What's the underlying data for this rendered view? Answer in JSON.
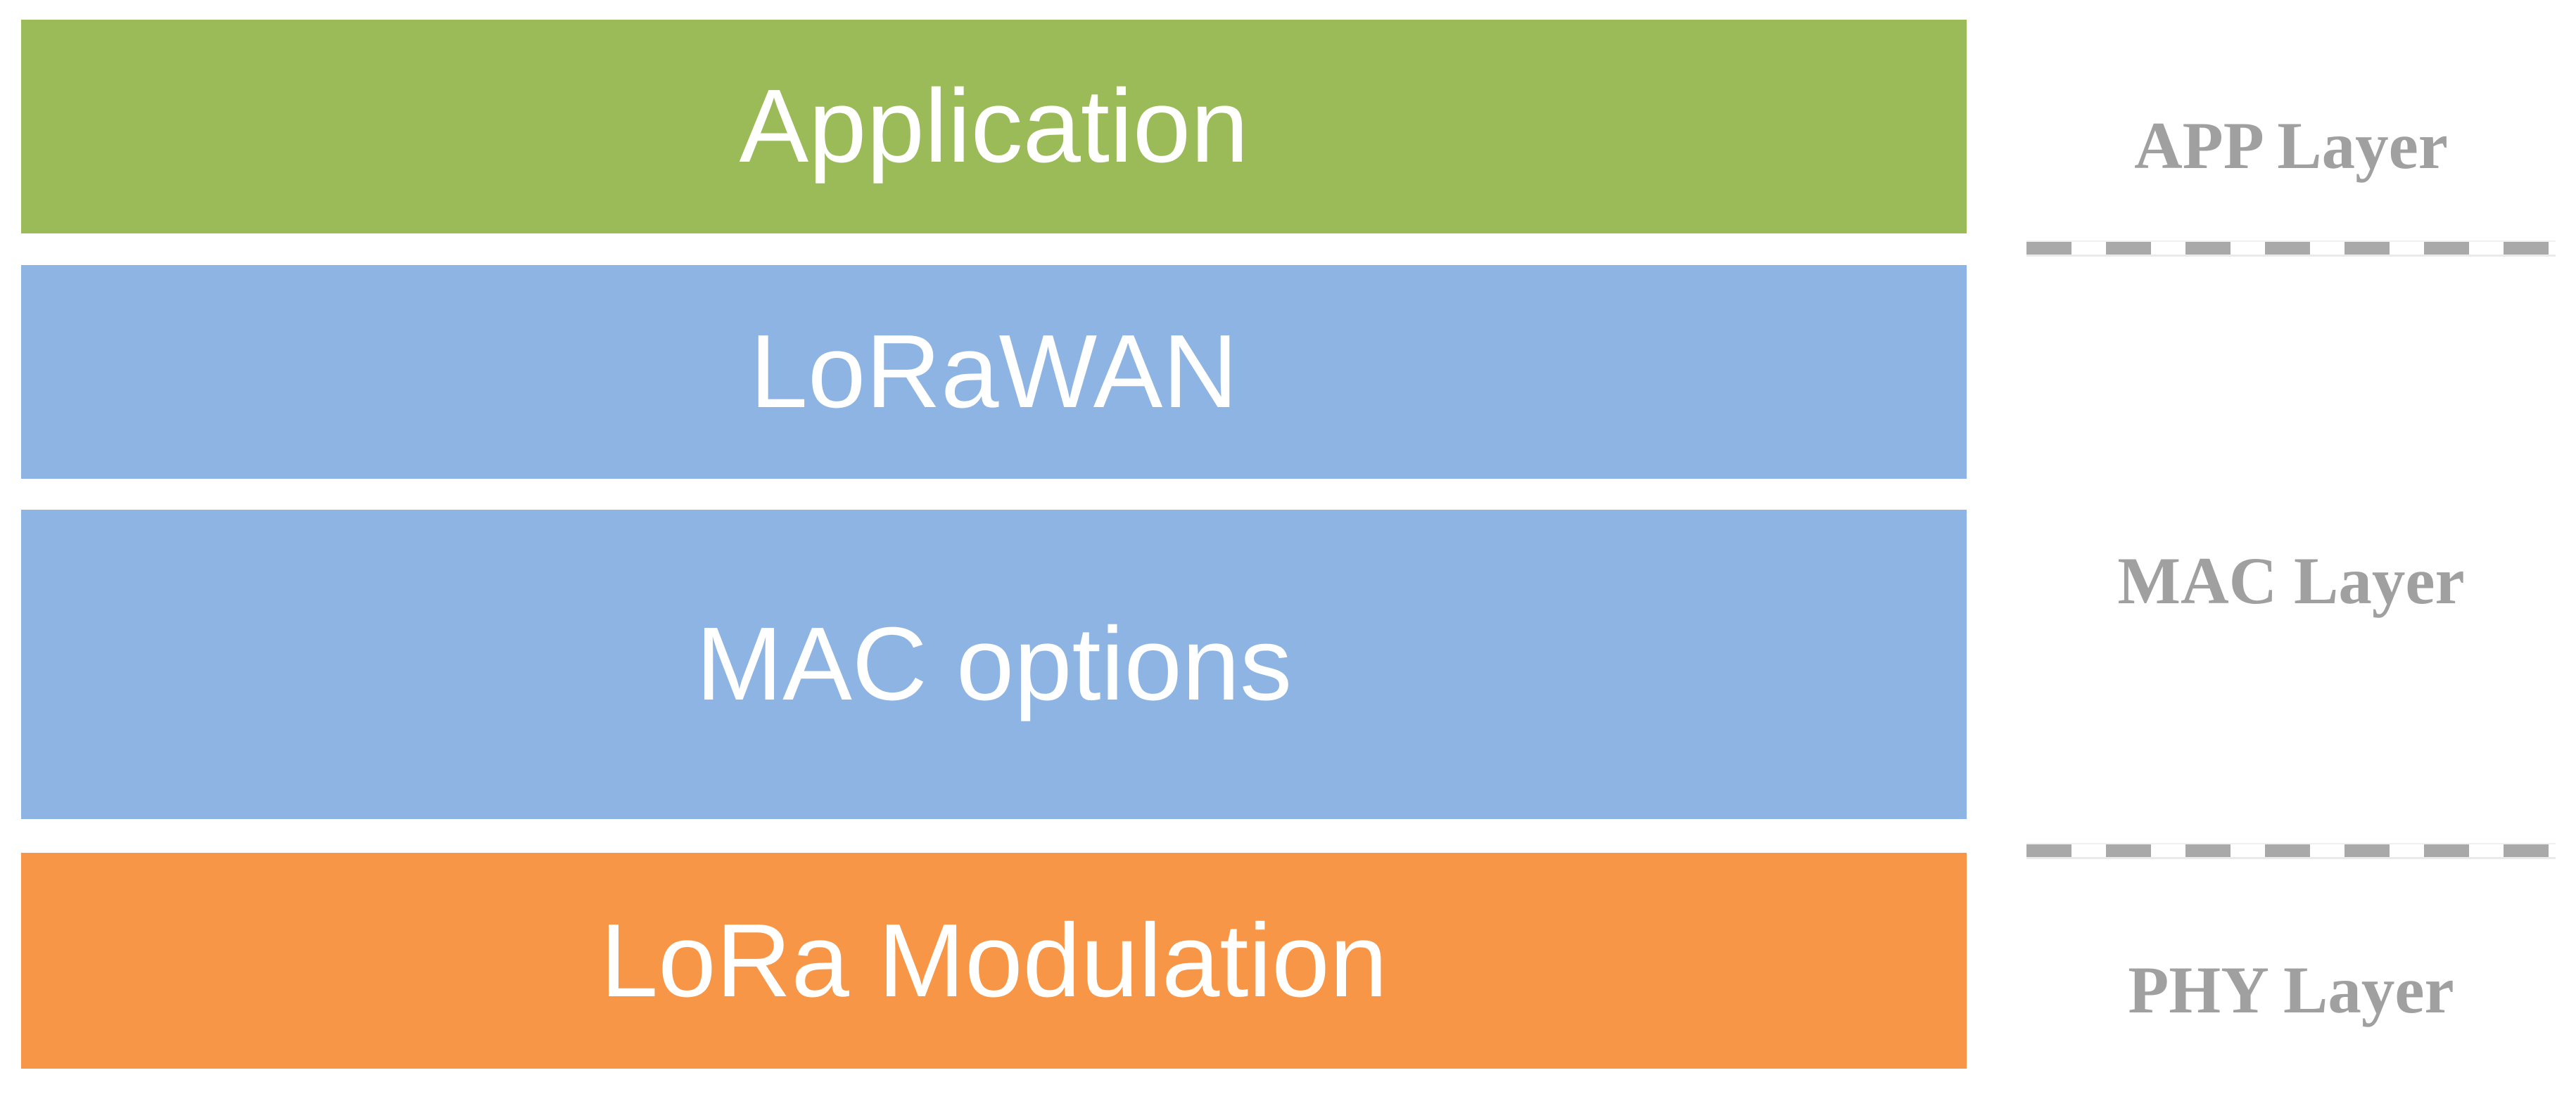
{
  "stack": {
    "boxes": [
      {
        "id": "application",
        "label": "Application"
      },
      {
        "id": "lorawan",
        "label": "LoRaWAN"
      },
      {
        "id": "mac-options",
        "label": "MAC options"
      },
      {
        "id": "lora-modulation",
        "label": "LoRa Modulation"
      }
    ]
  },
  "layer_labels": [
    {
      "label": "APP Layer"
    },
    {
      "label": "MAC Layer"
    },
    {
      "label": "PHY Layer"
    }
  ],
  "colors": {
    "app_box": "#9bbb59",
    "mac_box": "#8db4e2",
    "phy_box": "#f79646",
    "divider": "#a9a9a9",
    "label_text": "#a0a0a0",
    "box_text": "#ffffff",
    "background": "#ffffff"
  }
}
